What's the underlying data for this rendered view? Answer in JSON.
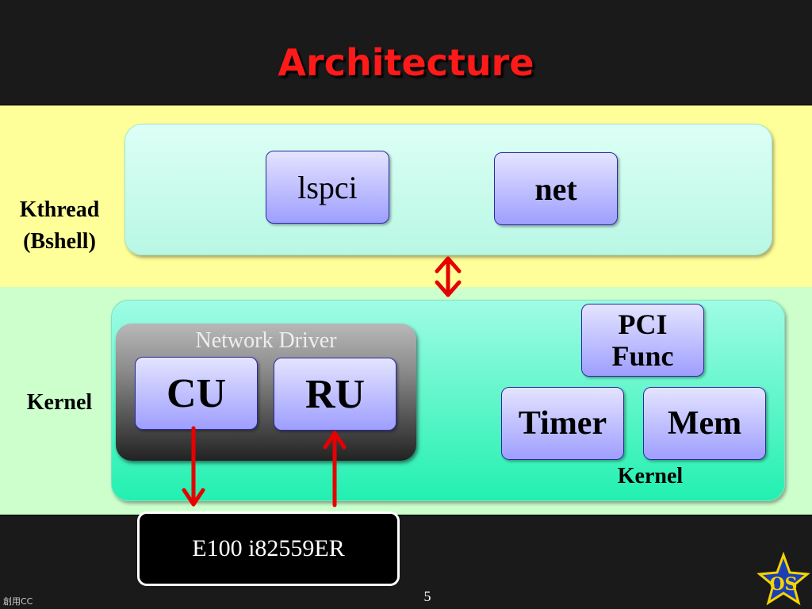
{
  "title": "Architecture",
  "bands": {
    "kthread_label_line1": "Kthread",
    "kthread_label_line2": "(Bshell)",
    "kernel_label": "Kernel"
  },
  "kthread_panel": {
    "boxes": [
      "lspci",
      "net"
    ]
  },
  "kernel_panel": {
    "network_driver_label": "Network Driver",
    "driver_boxes": [
      "CU",
      "RU"
    ],
    "pci_func_line1": "PCI",
    "pci_func_line2": "Func",
    "timer": "Timer",
    "mem": "Mem",
    "inner_label": "Kernel"
  },
  "device": "E100 i82559ER",
  "page_number": "5",
  "credit": "創用CC",
  "logo_text": "OS",
  "colors": {
    "title": "#ff1a1a",
    "arrow": "#e60000",
    "top_band": "#ffff99",
    "bottom_band": "#ccffcc"
  }
}
